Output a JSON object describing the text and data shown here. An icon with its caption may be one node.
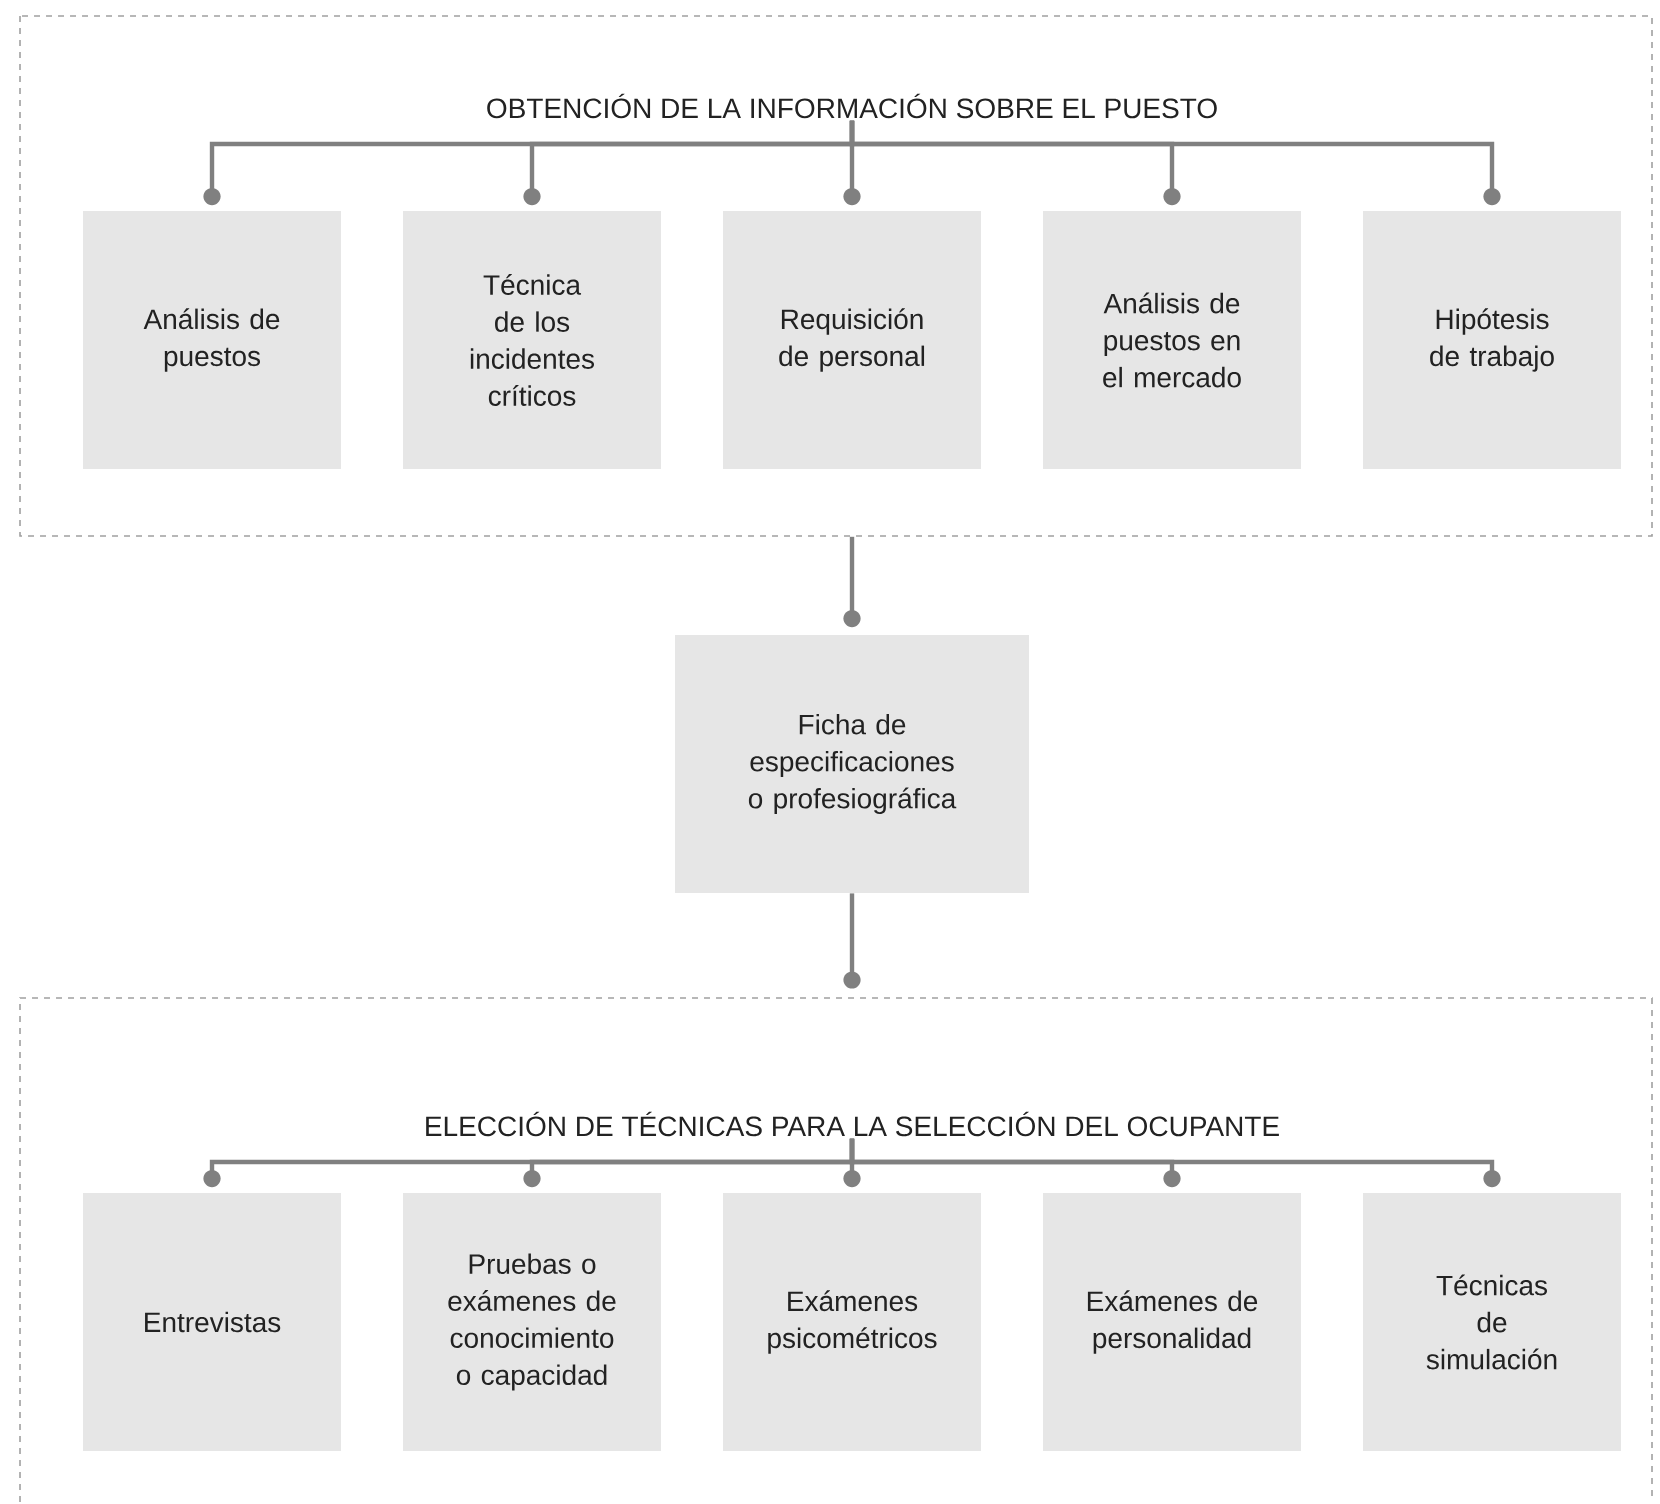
{
  "diagram": {
    "nodes": [
      {
        "text": [],
        "shape": "box"
      },
      {
        "text": [
          "OBTENCIÓN DE LA INFORMACIÓN SOBRE EL PUESTO"
        ],
        "in": 0
      },
      {
        "text": [
          "Análisis de puestos"
        ],
        "in": 0
      },
      {
        "text": [
          "Técnica de los incidentes críticos"
        ],
        "in": 0
      },
      {
        "text": [
          "Requisición de personal"
        ],
        "in": 0
      },
      {
        "text": [
          "Análisis de puestos en el mercado"
        ],
        "in": 0
      },
      {
        "text": [
          "Hipótesis de trabajo"
        ],
        "in": 0
      },
      {
        "text": [
          "Ficha de especificaciones o profesiográfica"
        ]
      },
      {
        "text": [],
        "shape": "box"
      },
      {
        "text": [
          "ELECCIÓN DE TÉCNICAS PARA LA SELECCIÓN DEL OCUPANTE"
        ],
        "in": 8
      },
      {
        "text": [
          "Entrevistas"
        ],
        "in": 8
      },
      {
        "text": [
          "Pruebas o exámenes de conocimiento o capacidad"
        ],
        "in": 8
      },
      {
        "text": [
          "Exámenes psicométricos"
        ],
        "in": 8
      },
      {
        "text": [
          "Exámenes de personalidad"
        ],
        "in": 8
      },
      {
        "text": [
          "Técnicas de simulación"
        ],
        "in": 8
      }
    ],
    "edges": [
      {
        "from": 1,
        "to": 2,
        "arrow": "other"
      },
      {
        "from": 1,
        "to": 3,
        "arrow": "other"
      },
      {
        "from": 1,
        "to": 4,
        "arrow": "other"
      },
      {
        "from": 1,
        "to": 5,
        "arrow": "other"
      },
      {
        "from": 1,
        "to": 6,
        "arrow": "other"
      },
      {
        "from": 0,
        "to": 7,
        "arrow": "other"
      },
      {
        "from": 7,
        "to": 8,
        "arrow": "other"
      },
      {
        "from": 9,
        "to": 10,
        "arrow": "other"
      },
      {
        "from": 9,
        "to": 11,
        "arrow": "other"
      },
      {
        "from": 9,
        "to": 12,
        "arrow": "other"
      },
      {
        "from": 9,
        "to": 13,
        "arrow": "other"
      },
      {
        "from": 9,
        "to": 14,
        "arrow": "other"
      }
    ]
  }
}
